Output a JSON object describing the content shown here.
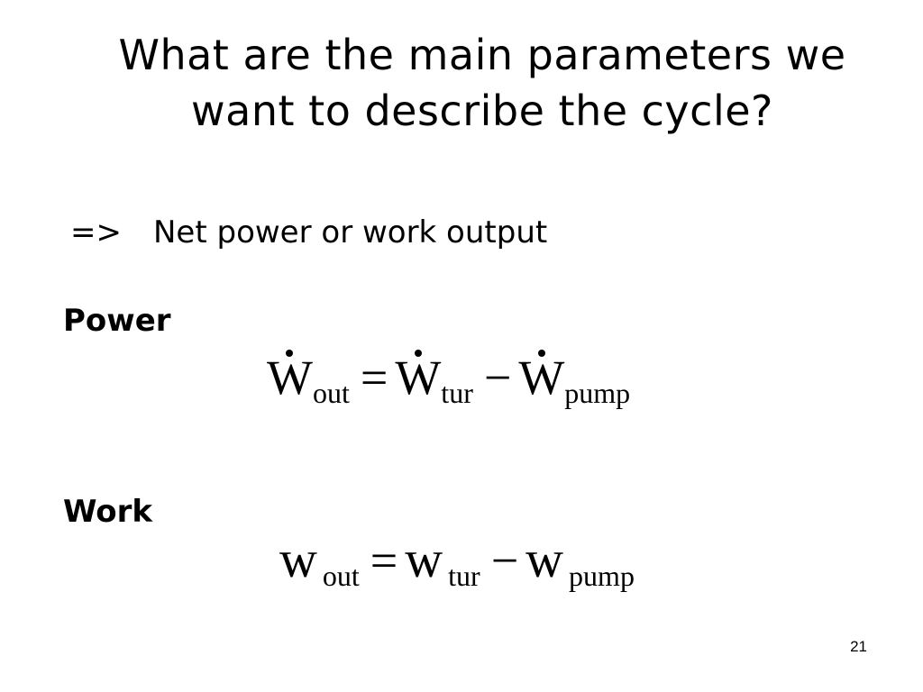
{
  "slide": {
    "title_line1": "What are the main parameters we",
    "title_line2": "want to describe the cycle?",
    "bullet_marker": "=>",
    "bullet_text": "Net power or work output",
    "power_label": "Power",
    "work_label": "Work",
    "page_number": "21"
  },
  "power_equation": {
    "symbol": "W",
    "sub_out": "out",
    "equals": "=",
    "sub_tur": "tur",
    "minus": "−",
    "sub_pump": "pump"
  },
  "work_equation": {
    "symbol": "w",
    "sub_out": "out",
    "equals": "=",
    "sub_tur": "tur",
    "minus": "−",
    "sub_pump": "pump"
  }
}
